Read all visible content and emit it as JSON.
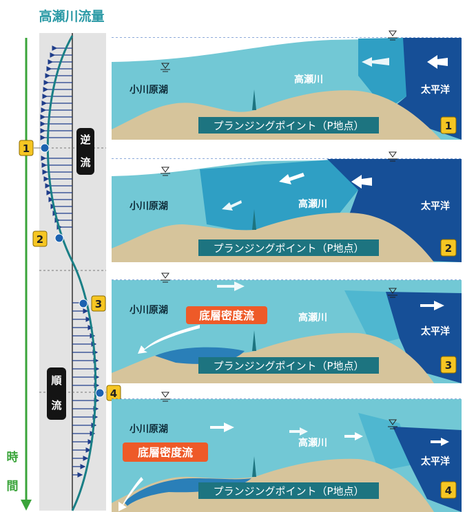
{
  "title": "高瀬川流量",
  "time_axis_label": [
    "時",
    "間"
  ],
  "reverse_flow_label": [
    "逆",
    "流"
  ],
  "forward_flow_label": [
    "順",
    "流"
  ],
  "stage_numbers": [
    "1",
    "2",
    "3",
    "4"
  ],
  "colors": {
    "title": "#2c9aa6",
    "flow_curve": "#1a7f86",
    "sea_dark": "#164f97",
    "river_mid": "#2f9fc4",
    "lake_light": "#72c8d5",
    "sand": "#d6c49b",
    "badge_yellow": "#f6c623",
    "density_flow_badge": "#ee5a28",
    "time_arrow": "#3aa43a",
    "plunging_band": "#1d7480"
  },
  "panels": [
    {
      "number": "1",
      "lake": "小川原湖",
      "river": "高瀬川",
      "ocean": "太平洋",
      "plunging_point": "プランジングポイント（P地点）",
      "density_flow": ""
    },
    {
      "number": "2",
      "lake": "小川原湖",
      "river": "高瀬川",
      "ocean": "太平洋",
      "plunging_point": "プランジングポイント（P地点）",
      "density_flow": ""
    },
    {
      "number": "3",
      "lake": "小川原湖",
      "river": "高瀬川",
      "ocean": "太平洋",
      "plunging_point": "プランジングポイント（P地点）",
      "density_flow": "底層密度流"
    },
    {
      "number": "4",
      "lake": "小川原湖",
      "river": "高瀬川",
      "ocean": "太平洋",
      "plunging_point": "プランジングポイント（P地点）",
      "density_flow": "底層密度流"
    }
  ]
}
